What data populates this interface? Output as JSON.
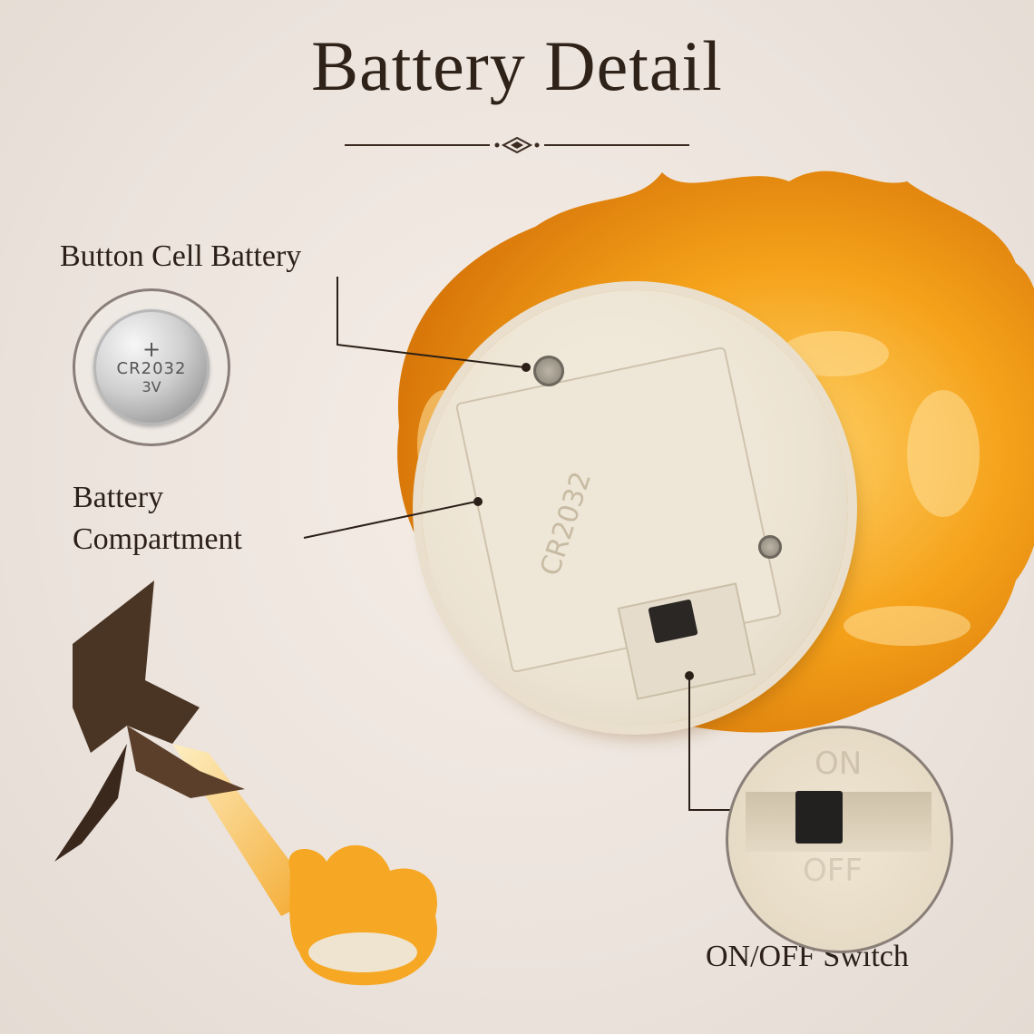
{
  "title": "Battery Detail",
  "labels": {
    "button_cell": "Button Cell Battery",
    "compartment_line1": "Battery",
    "compartment_line2": "Compartment",
    "switch": "ON/OFF Switch"
  },
  "coin": {
    "symbol": "+",
    "model": "CR2032",
    "voltage": "3V"
  },
  "lamp_marking": "CR2032",
  "switch_positions": {
    "on": "ON",
    "off": "OFF"
  },
  "colors": {
    "background": "#ece4dc",
    "flame": "#f5a21a",
    "flame_highlight": "#ffd36a",
    "base": "#ece3d2",
    "text": "#2c2018"
  }
}
